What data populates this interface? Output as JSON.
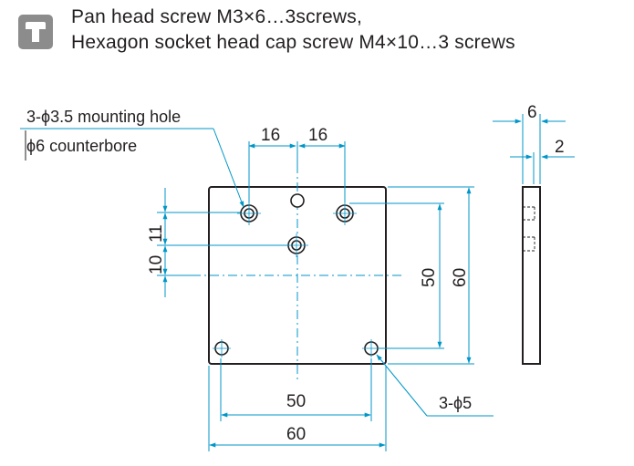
{
  "header": {
    "icon": "screw-icon",
    "line1": "Pan head screw M3×6…3screws,",
    "line2": "Hexagon socket head cap screw M4×10…3 screws"
  },
  "colors": {
    "dimension": "#0096c8",
    "outline": "#231f20",
    "icon_bg": "#8c8c8c"
  },
  "labels": {
    "mounting_hole": "3-ϕ3.5 mounting hole",
    "counterbore": "ϕ6 counterbore",
    "holes_5": "3-ϕ5"
  },
  "dims": {
    "top_left": "16",
    "top_right": "16",
    "left_10": "10",
    "left_11": "11",
    "right_50": "50",
    "right_60": "60",
    "bottom_50": "50",
    "bottom_60": "60",
    "side_6": "6",
    "side_2": "2"
  }
}
